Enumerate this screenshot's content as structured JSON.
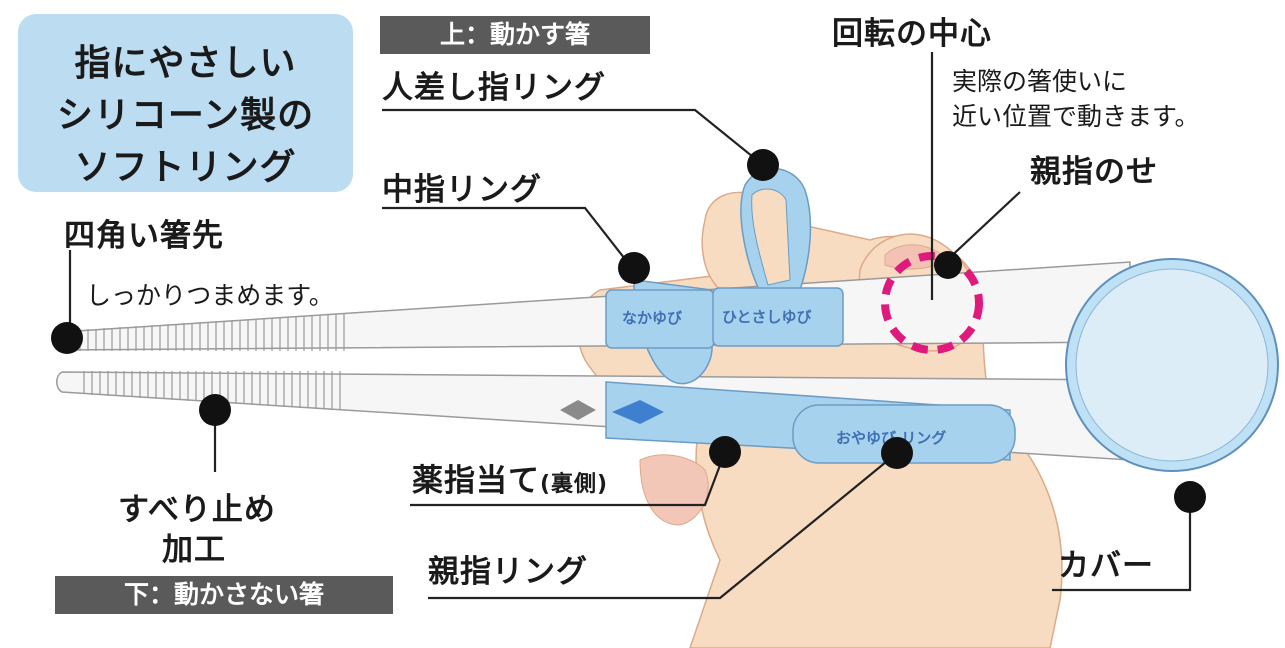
{
  "title": {
    "lines": [
      "指にやさしい",
      "シリコーン製の",
      "ソフトリング"
    ],
    "bg_color": "#bcdcf2"
  },
  "tags": {
    "upper": "上：動かす箸",
    "lower": "下：動かさない箸",
    "bg_color": "#5a5a5a"
  },
  "labels": {
    "index_ring": "人差し指リング",
    "middle_ring": "中指リング",
    "square_tip": "四角い箸先",
    "square_tip_note": "しっかりつまめます。",
    "rotation_center": "回転の中心",
    "rotation_note_1": "実際の箸使いに",
    "rotation_note_2": "近い位置で動きます。",
    "thumb_rest": "親指のせ",
    "ring_finger": "薬指当て",
    "ring_finger_note": "(裏側)",
    "non_slip_1": "すべり止め",
    "non_slip_2": "加工",
    "thumb_ring": "親指リング",
    "cover": "カバー"
  },
  "ring_prints": {
    "middle": "なかゆび",
    "index": "ひとさしゆび",
    "thumb": "おやゆび リング"
  },
  "colors": {
    "ring_blue": "#a6d2ee",
    "ring_text": "#3f6fb4",
    "skin": "#f8dcc2",
    "skin_shadow": "#ecc5a6",
    "chopstick": "#f6f6f6",
    "center_marker": "#e0197d",
    "leader_dot": "#111111"
  }
}
